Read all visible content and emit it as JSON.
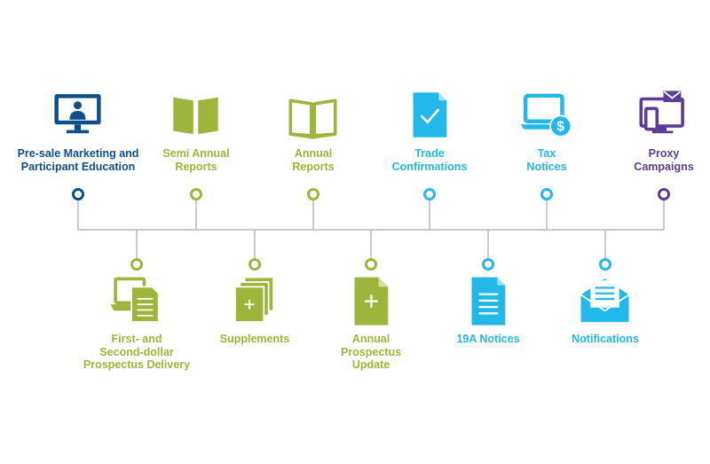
{
  "colors": {
    "navy": "#0d4f8b",
    "green": "#9cb53a",
    "cyan": "#23b8ea",
    "purple": "#5b3c98",
    "line": "#b9b9b9"
  },
  "top_items": [
    {
      "lines": [
        "Pre-sale Marketing and",
        "Participant Education"
      ],
      "icon": "monitor-user-icon",
      "color": "#0d4f8b"
    },
    {
      "lines": [
        "Semi Annual",
        "Reports"
      ],
      "icon": "open-book-icon",
      "color": "#9cb53a"
    },
    {
      "lines": [
        "Annual",
        "Reports"
      ],
      "icon": "open-book-outline-icon",
      "color": "#9cb53a"
    },
    {
      "lines": [
        "Trade",
        "Confirmations"
      ],
      "icon": "document-check-icon",
      "color": "#23b8ea"
    },
    {
      "lines": [
        "Tax",
        "Notices"
      ],
      "icon": "laptop-dollar-icon",
      "color": "#23b8ea"
    },
    {
      "lines": [
        "Proxy",
        "Campaigns"
      ],
      "icon": "devices-mail-icon",
      "color": "#5b3c98"
    }
  ],
  "bottom_items": [
    {
      "lines": [
        "First- and",
        "Second-dollar",
        "Prospectus Delivery"
      ],
      "icon": "laptop-document-icon",
      "color": "#9cb53a"
    },
    {
      "lines": [
        "Supplements"
      ],
      "icon": "stacked-pages-plus-icon",
      "color": "#9cb53a"
    },
    {
      "lines": [
        "Annual",
        "Prospectus",
        "Update"
      ],
      "icon": "document-plus-icon",
      "color": "#9cb53a"
    },
    {
      "lines": [
        "19A Notices"
      ],
      "icon": "document-lines-icon",
      "color": "#23b8ea"
    },
    {
      "lines": [
        "Notifications"
      ],
      "icon": "envelope-letter-icon",
      "color": "#23b8ea"
    }
  ]
}
